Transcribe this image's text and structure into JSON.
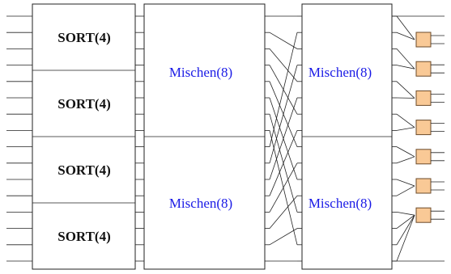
{
  "labels": {
    "sort": [
      "SORT(4)",
      "SORT(4)",
      "SORT(4)",
      "SORT(4)"
    ],
    "merge_stage1": [
      "Mischen(8)",
      "Mischen(8)"
    ],
    "merge_stage2": [
      "Mischen(8)",
      "Mischen(8)"
    ]
  },
  "colors": {
    "comparator_fill": "#f9c996",
    "merge_text": "#1a1ae6",
    "lines": "#222222"
  }
}
